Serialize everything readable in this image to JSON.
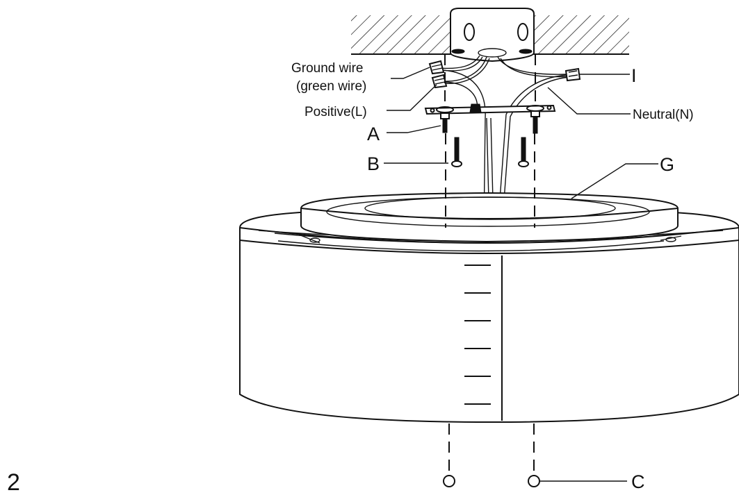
{
  "step_number": "2",
  "labels": {
    "ground_wire_line1": "Ground wire",
    "ground_wire_line2": "(green wire)",
    "positive": "Positive(L)",
    "neutral": "Neutral(N)",
    "A": "A",
    "B": "B",
    "C": "C",
    "G": "G",
    "I": "I"
  }
}
